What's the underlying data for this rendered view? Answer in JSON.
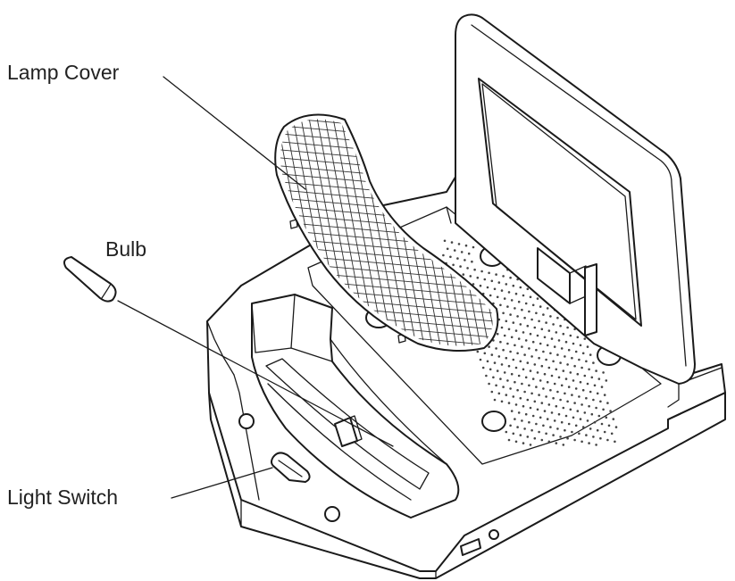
{
  "figure": {
    "callouts": {
      "lamp_cover": "Lamp Cover",
      "bulb": "Bulb",
      "light_switch": "Light Switch"
    }
  },
  "colors": {
    "line": "#1a1a1a",
    "label_text": "#222222",
    "background": "#ffffff"
  }
}
